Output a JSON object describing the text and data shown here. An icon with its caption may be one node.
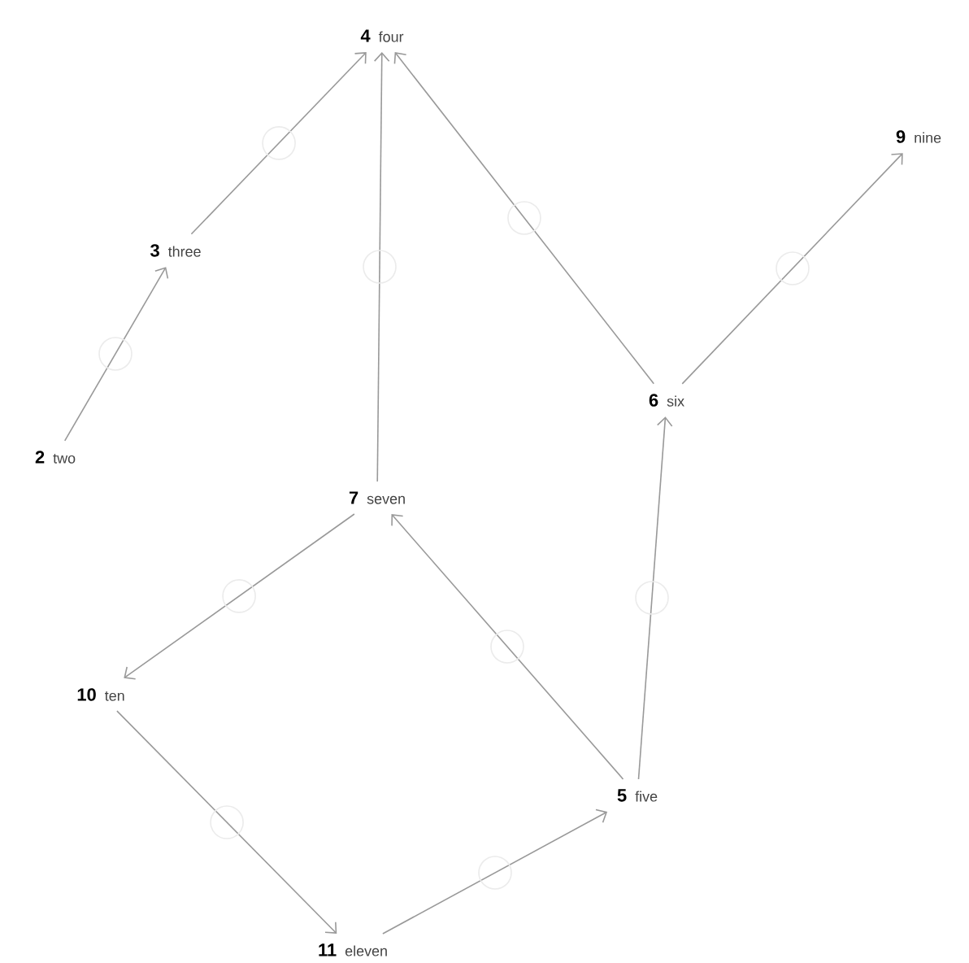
{
  "diagram": {
    "nodes": [
      {
        "text": [
          "4",
          "four"
        ]
      },
      {
        "text": [
          "9",
          "nine"
        ]
      },
      {
        "text": [
          "3",
          "three"
        ]
      },
      {
        "text": [
          "6",
          "six"
        ]
      },
      {
        "text": [
          "2",
          "two"
        ]
      },
      {
        "text": [
          "7",
          "seven"
        ]
      },
      {
        "text": [
          "10",
          "ten"
        ]
      },
      {
        "text": [
          "5",
          "five"
        ]
      },
      {
        "text": [
          "11",
          "eleven"
        ]
      }
    ],
    "edges": [
      {
        "from": 4,
        "to": 2,
        "arrow": "to"
      },
      {
        "from": 2,
        "to": 0,
        "arrow": "to"
      },
      {
        "from": 5,
        "to": 0,
        "arrow": "to"
      },
      {
        "from": 3,
        "to": 0,
        "arrow": "to"
      },
      {
        "from": 3,
        "to": 1,
        "arrow": "to"
      },
      {
        "from": 7,
        "to": 3,
        "arrow": "to"
      },
      {
        "from": 7,
        "to": 5,
        "arrow": "to"
      },
      {
        "from": 5,
        "to": 6,
        "arrow": "to"
      },
      {
        "from": 6,
        "to": 8,
        "arrow": "to"
      },
      {
        "from": 8,
        "to": 7,
        "arrow": "to"
      }
    ]
  }
}
